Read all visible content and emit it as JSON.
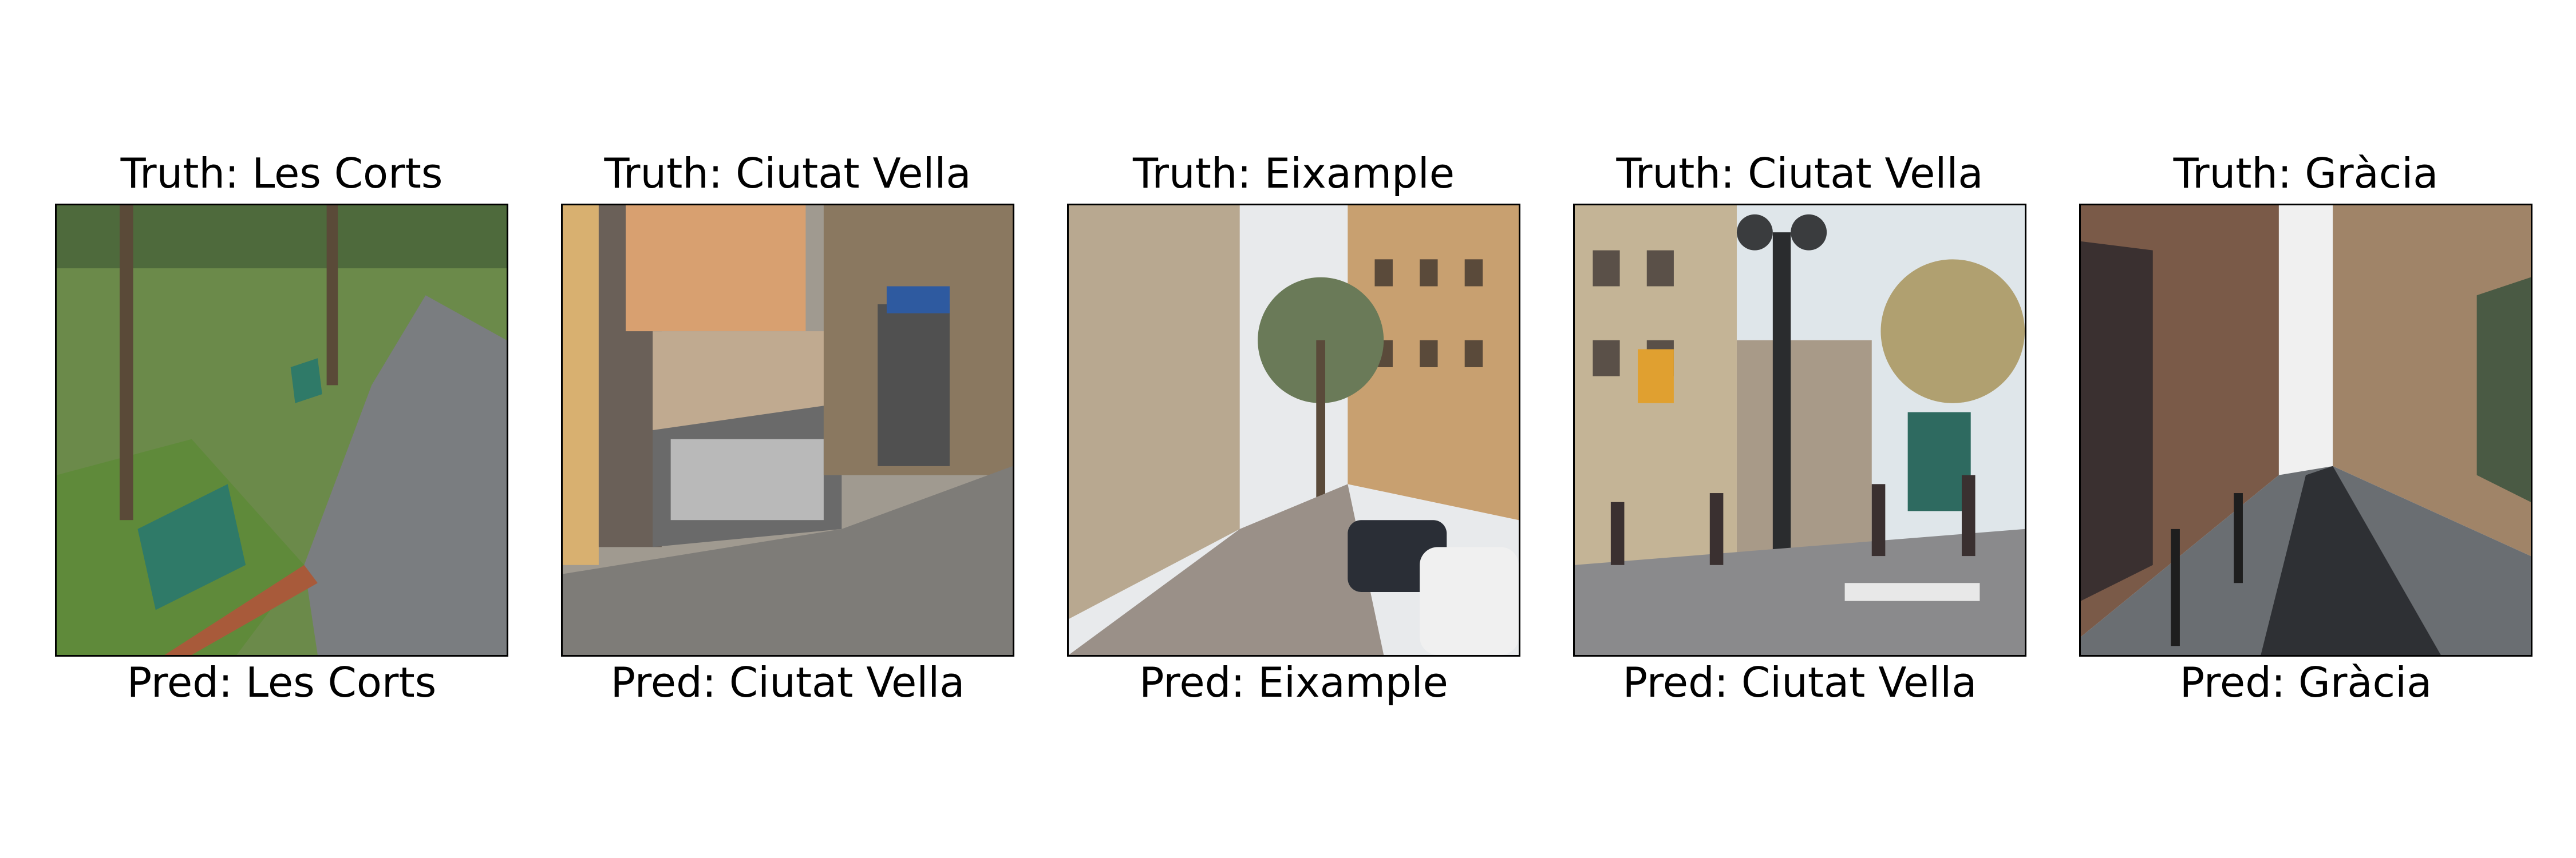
{
  "samples": [
    {
      "truth": "Truth: Les Corts",
      "pred": "Pred: Les Corts",
      "image": "park path with green information sign"
    },
    {
      "truth": "Truth: Ciutat Vella",
      "pred": "Pred: Ciutat Vella",
      "image": "graffiti-covered building wall on plaza"
    },
    {
      "truth": "Truth: Eixample",
      "pred": "Pred: Eixample",
      "image": "sidewalk with trees and parked cars"
    },
    {
      "truth": "Truth: Ciutat Vella",
      "pred": "Pred: Ciutat Vella",
      "image": "street with ornate lamppost and pedestrians"
    },
    {
      "truth": "Truth: Gràcia",
      "pred": "Pred: Gràcia",
      "image": "narrow sunlit street with shuttered shops"
    }
  ]
}
